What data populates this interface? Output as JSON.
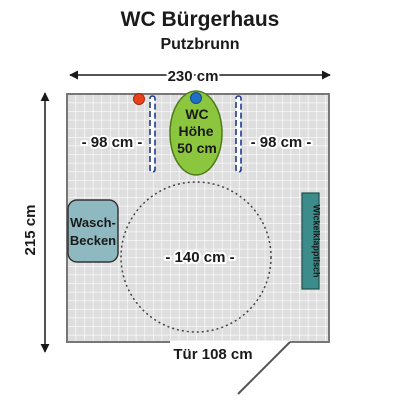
{
  "title": "WC Bürgerhaus",
  "subtitle": "Putzbrunn",
  "dimensions": {
    "width": "230 cm",
    "height": "215 cm",
    "left_clearance": "- 98 cm -",
    "right_clearance": "- 98 cm -",
    "turning_circle": "- 140 cm -",
    "door": "Tür  108 cm"
  },
  "toilet": {
    "line1": "WC",
    "line2": "Höhe",
    "line3": "50 cm"
  },
  "washbasin": {
    "line1": "Wasch-",
    "line2": "Becken"
  },
  "changing_table": "Wickelklapptisch",
  "colors": {
    "floor_tile": "#dedede",
    "tile_grid": "#ffffff",
    "wall": "#777777",
    "toilet": "#8cc63f",
    "washbasin": "#8fb9c0",
    "changing_table": "#3c8c8c",
    "grab_bar": "#1f3a93",
    "red_button": "#e8401c",
    "blue_button": "#1e6fc8"
  }
}
